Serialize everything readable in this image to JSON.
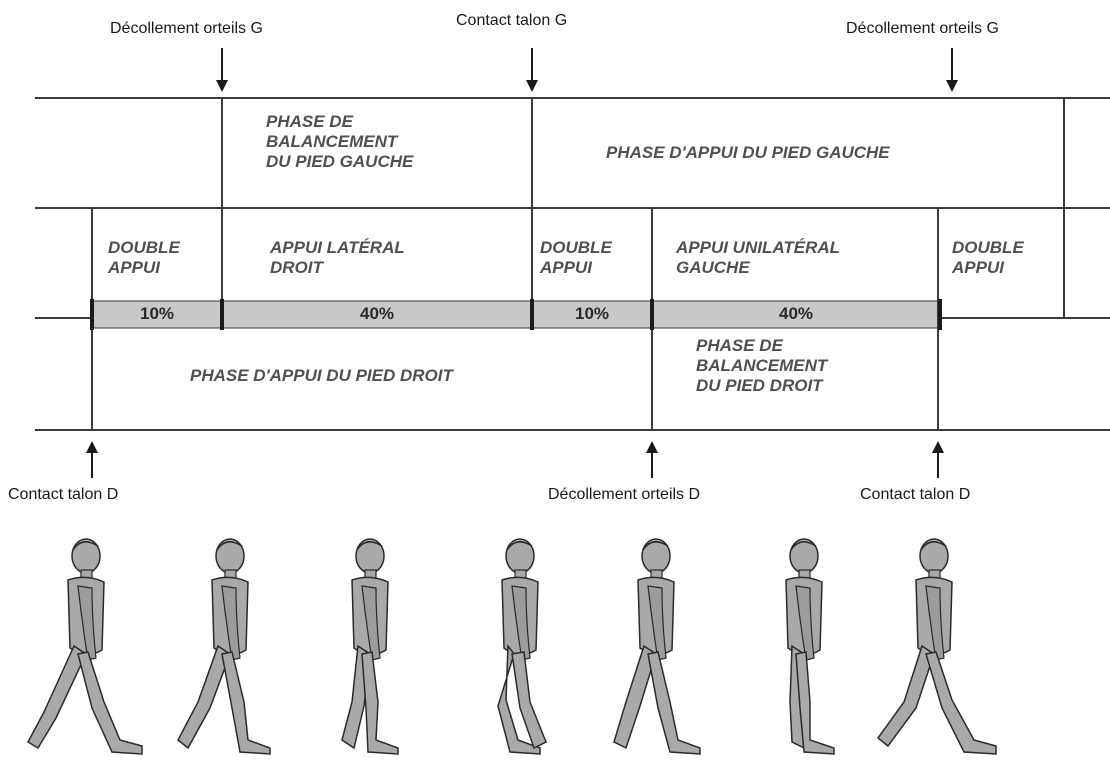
{
  "events_top": {
    "toe_off_left_1": "Décollement orteils G",
    "heel_contact_left": "Contact talon G",
    "toe_off_left_2": "Décollement orteils G"
  },
  "events_bottom": {
    "heel_contact_right_1": "Contact talon D",
    "toe_off_right": "Décollement orteils D",
    "heel_contact_right_2": "Contact talon D"
  },
  "left_foot": {
    "swing": [
      "PHASE DE",
      "BALANCEMENT",
      "DU PIED GAUCHE"
    ],
    "stance": "PHASE D'APPUI DU PIED GAUCHE"
  },
  "support": {
    "double_1": [
      "DOUBLE",
      "APPUI"
    ],
    "single_right": [
      "APPUI LATÉRAL",
      "DROIT"
    ],
    "double_2": [
      "DOUBLE",
      "APPUI"
    ],
    "single_left": [
      "APPUI UNILATÉRAL",
      "GAUCHE"
    ],
    "double_3": [
      "DOUBLE",
      "APPUI"
    ]
  },
  "percentages": [
    "10%",
    "40%",
    "10%",
    "40%"
  ],
  "right_foot": {
    "stance": "PHASE D'APPUI DU PIED DROIT",
    "swing": [
      "PHASE DE",
      "BALANCEMENT",
      "DU PIED DROIT"
    ]
  },
  "figure_count": 7,
  "colors": {
    "bar": "#c8c8c8",
    "figure": "#a9a9a9",
    "line": "#3a3a3a"
  }
}
